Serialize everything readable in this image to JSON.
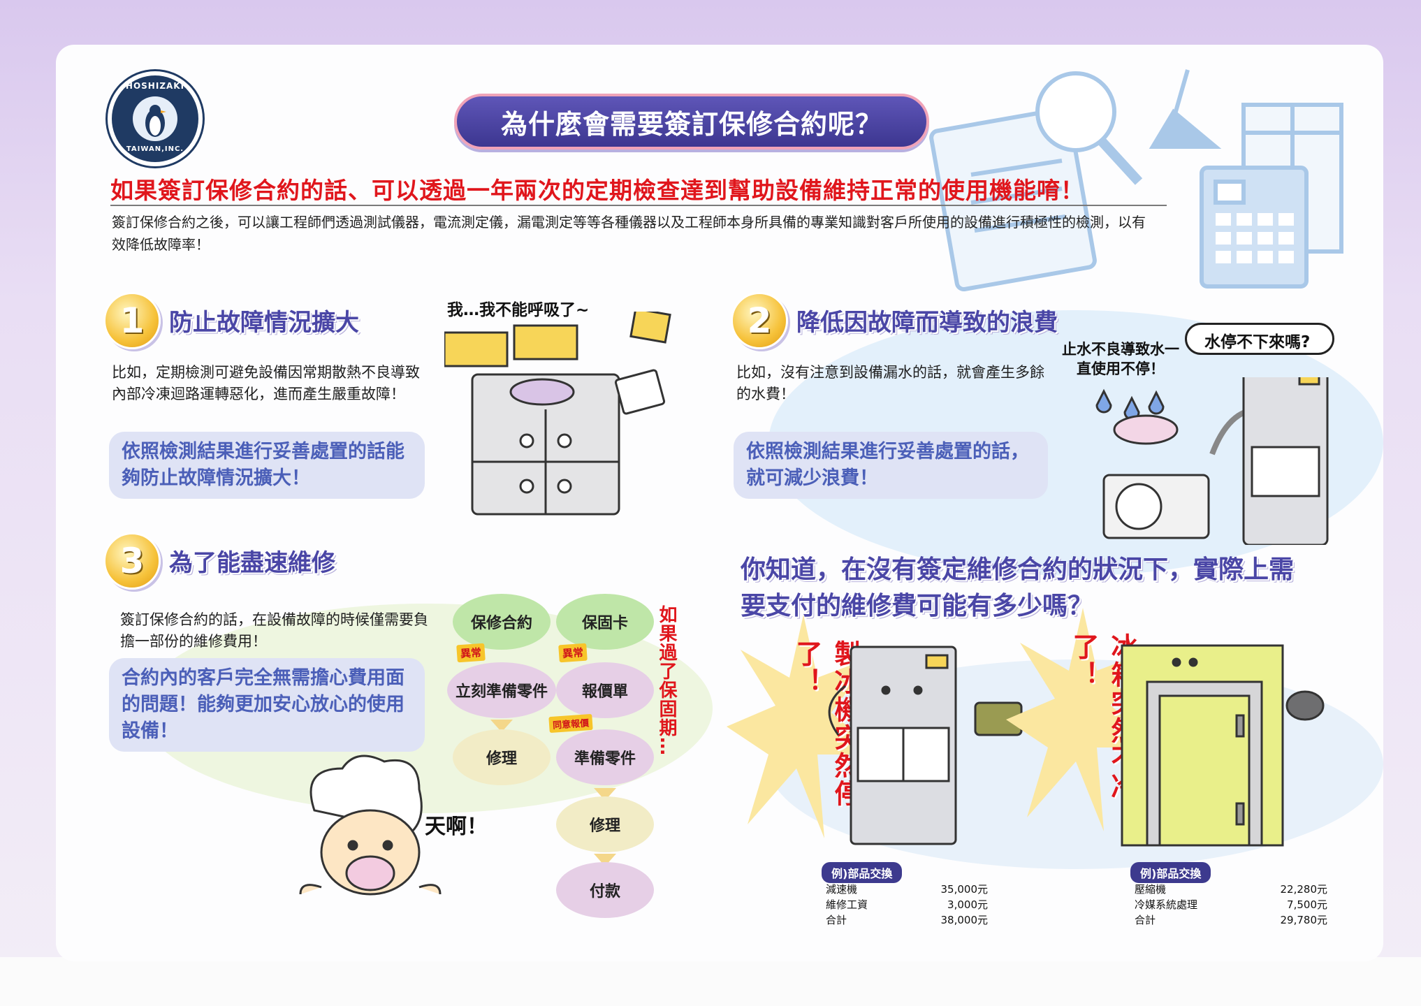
{
  "brand": {
    "logo_top": "HOSHIZAKI",
    "logo_bottom": "TAIWAN,INC."
  },
  "title": "為什麼會需要簽訂保修合約呢？",
  "headline": "如果簽訂保修合約的話、可以透過一年兩次的定期檢查達到幫助設備維持正常的使用機能唷！",
  "intro": "簽訂保修合約之後，可以讓工程師們透過測試儀器，電流測定儀，漏電測定等等各種儀器以及工程師本身所具備的專業知識對客戶所使用的設備進行積極性的檢測，以有效降低故障率！",
  "section1": {
    "number": "1",
    "title": "防止故障情況擴大",
    "body": "比如，定期檢測可避免設備因常期散熱不良導致內部冷凍迴路運轉惡化，進而產生嚴重故障！",
    "callout": "依照檢測結果進行妥善處置的話能夠防止故障情況擴大！",
    "speech": "我…我不能呼吸了~"
  },
  "section2": {
    "number": "2",
    "title": "降低因故障而導致的浪費",
    "body": "比如，沒有注意到設備漏水的話，就會產生多餘的水費！",
    "callout": "依照檢測結果進行妥善處置的話，就可減少浪費！",
    "note": "止水不良導致水一直使用不停！",
    "speech": "水停不下來嗎?"
  },
  "section3": {
    "number": "3",
    "title": "為了能盡速維修",
    "body": "簽訂保修合約的話，在設備故障的時候僅需要負擔一部份的維修費用！",
    "callout": "合約內的客戶完全無需擔心費用面的問題！能夠更加安心放心的使用設備！",
    "exclaim": "天啊！"
  },
  "flow": {
    "left": [
      "保修合約",
      "立刻準備零件",
      "修理"
    ],
    "right": [
      "保固卡",
      "報價單",
      "準備零件",
      "修理",
      "付款"
    ],
    "tag_abnormal": "異常",
    "tag_quote": "同意報價",
    "side_note": "如果過了保固期…"
  },
  "question": "你知道，在沒有簽定維修合約的狀況下，實際上需要支付的維修費可能有多少嗎？",
  "examples": [
    {
      "alert": "製冰機突然停了！",
      "label": "例)部品交換",
      "rows": [
        {
          "item": "減速機",
          "cost": "35,000元"
        },
        {
          "item": "維修工資",
          "cost": "3,000元"
        },
        {
          "item": "合計",
          "cost": "38,000元"
        }
      ]
    },
    {
      "alert": "冰箱突然不冷了！",
      "label": "例)部品交換",
      "rows": [
        {
          "item": "壓縮機",
          "cost": "22,280元"
        },
        {
          "item": "冷媒系統處理",
          "cost": "7,500元"
        },
        {
          "item": "合計",
          "cost": "29,780元"
        }
      ]
    }
  ],
  "colors": {
    "headline_red": "#e0161c",
    "title_purple": "#4a46a6",
    "callout_blue": "#4b5fb8",
    "number_yellow": "#f6c23a"
  }
}
